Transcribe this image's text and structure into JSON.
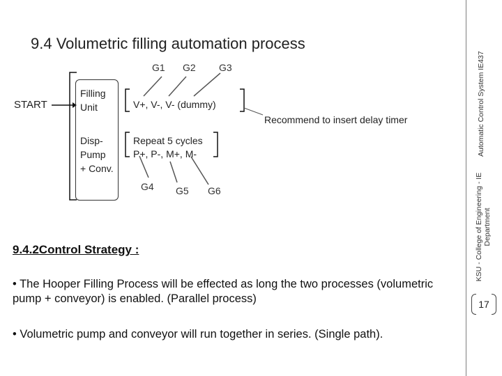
{
  "slide": {
    "title": "9.4  Volumetric filling automation process",
    "sidebar_text_1": "Automatic Control System IE437",
    "sidebar_text_2": "KSU - College of Engineering - IE Department",
    "page_number": "17"
  },
  "diagram": {
    "start_label": "START",
    "steps": [
      {
        "unit": "Filling Unit",
        "sequence": "V+,  V-, V- (dummy)"
      },
      {
        "unit": "Disp- Pump + Conv.",
        "sequence_line1": "Repeat 5 cycles",
        "sequence_line2": "P+, P-, M+, M-"
      }
    ],
    "groups": [
      "G1",
      "G2",
      "G3",
      "G4",
      "G5",
      "G6"
    ],
    "note": "Recommend to insert delay timer"
  },
  "strategy": {
    "heading": "9.4.2Control Strategy :",
    "bullets": [
      "• The Hooper Filling Process will be effected as long the two processes (volumetric pump + conveyor) is enabled. (Parallel process)",
      "• Volumetric pump and conveyor will run together in series. (Single path)."
    ]
  }
}
